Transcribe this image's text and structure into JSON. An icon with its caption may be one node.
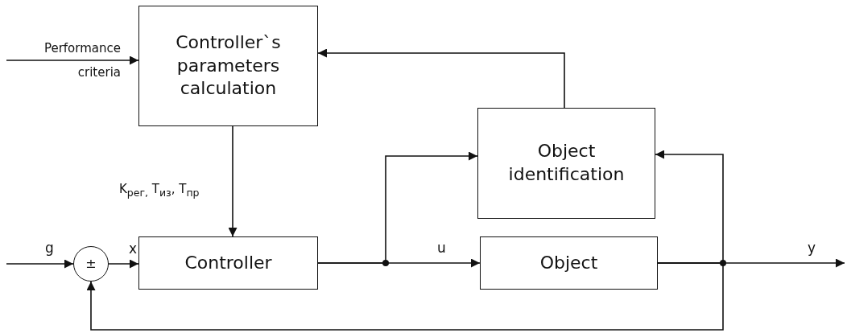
{
  "diagram": {
    "nodes": [
      {
        "text": [
          "Controller`s parameters calculation"
        ]
      },
      {
        "text": [
          "Object identification"
        ]
      },
      {
        "text": [
          "±"
        ]
      },
      {
        "text": [
          "Controller"
        ]
      },
      {
        "text": [
          "Object"
        ]
      }
    ],
    "edges": [
      {
        "from": null,
        "to": 0,
        "arrow": "to",
        "label": "Performance criteria"
      },
      {
        "from": 0,
        "to": 3,
        "arrow": "to",
        "label": "K$_{рег,}$ T$_{из}$, T$_{пр}$"
      },
      {
        "from": null,
        "to": 2,
        "arrow": "to",
        "label": "g"
      },
      {
        "from": 2,
        "to": 3,
        "arrow": "to",
        "label": "x"
      },
      {
        "from": 3,
        "to": 4,
        "arrow": "to",
        "label": "u"
      },
      {
        "from": 3,
        "to": 1,
        "arrow": "to"
      },
      {
        "from": 4,
        "to": 1,
        "arrow": "to"
      },
      {
        "from": 4,
        "to": null,
        "arrow": "to",
        "label": "y"
      },
      {
        "from": 4,
        "to": 2,
        "arrow": "to"
      },
      {
        "from": 1,
        "to": 0,
        "arrow": "to"
      }
    ]
  }
}
